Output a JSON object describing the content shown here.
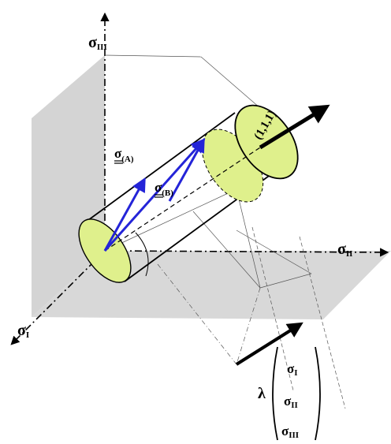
{
  "figure": {
    "axes": {
      "sigma_I": {
        "symbol": "σ",
        "subscript": "I"
      },
      "sigma_II": {
        "symbol": "σ",
        "subscript": "II"
      },
      "sigma_III": {
        "symbol": "σ",
        "subscript": "III"
      }
    },
    "stress_A": {
      "symbol": "σ",
      "subscript": "(A)"
    },
    "stress_B": {
      "symbol": "σ",
      "subscript": "(B)"
    },
    "hydrostatic_axis_label": "(1,1,1)",
    "lambda_vector": {
      "lambda": "λ",
      "entries": [
        {
          "symbol": "σ",
          "subscript": "I"
        },
        {
          "symbol": "σ",
          "subscript": "II"
        },
        {
          "symbol": "σ",
          "subscript": "III"
        }
      ]
    },
    "colors": {
      "plane": "#d4d4d4",
      "disk_fill": "#dff08c",
      "stress_arrow": "#2424d8",
      "lines": "#000000"
    }
  }
}
